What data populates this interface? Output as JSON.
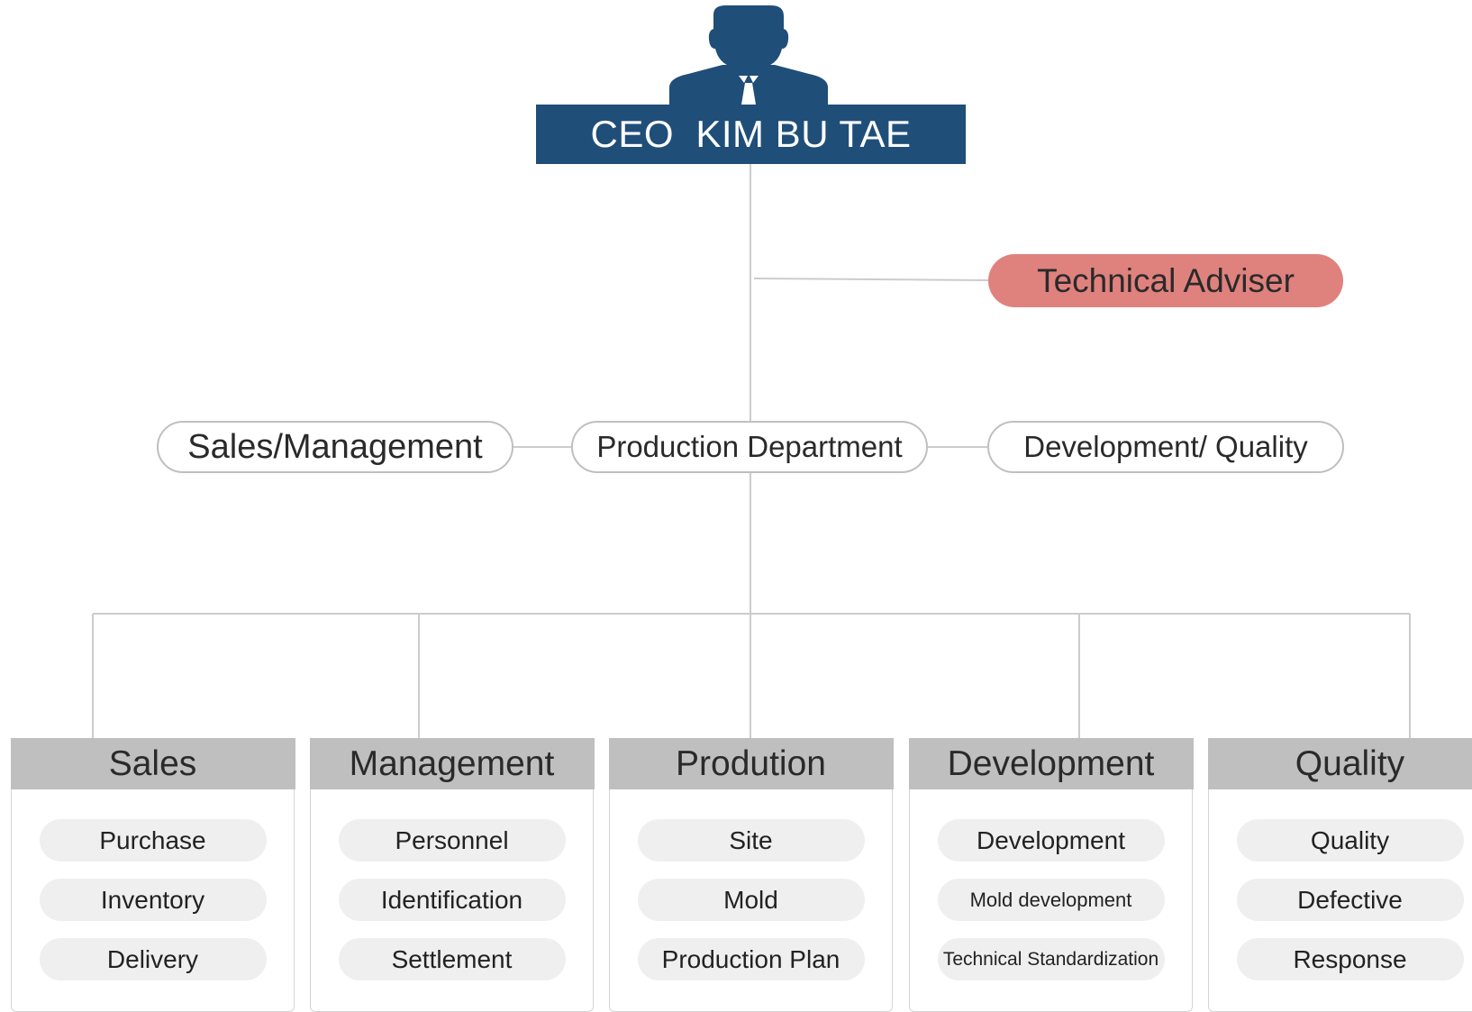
{
  "ceo": {
    "label": "CEO  KIM BU TAE",
    "color": "#1f4e79"
  },
  "advisor": {
    "label": "Technical Adviser",
    "color": "#df817d"
  },
  "departments": [
    {
      "label": "Sales/Management"
    },
    {
      "label": "Production Department"
    },
    {
      "label": "Development/ Quality"
    }
  ],
  "divisions": [
    {
      "title": "Sales",
      "items": [
        "Purchase",
        "Inventory",
        "Delivery"
      ]
    },
    {
      "title": "Management",
      "items": [
        "Personnel",
        "Identification",
        "Settlement"
      ]
    },
    {
      "title": "Prodution",
      "items": [
        "Site",
        "Mold",
        "Production Plan"
      ]
    },
    {
      "title": "Development",
      "items": [
        "Development",
        "Mold development",
        "Technical Standardization"
      ]
    },
    {
      "title": "Quality",
      "items": [
        "Quality",
        "Defective",
        "Response"
      ]
    }
  ],
  "colors": {
    "connector": "#cccccc",
    "division_header": "#bfbfbf",
    "item_fill": "#efefef"
  },
  "icons": {
    "ceo": "person-silhouette-icon"
  }
}
